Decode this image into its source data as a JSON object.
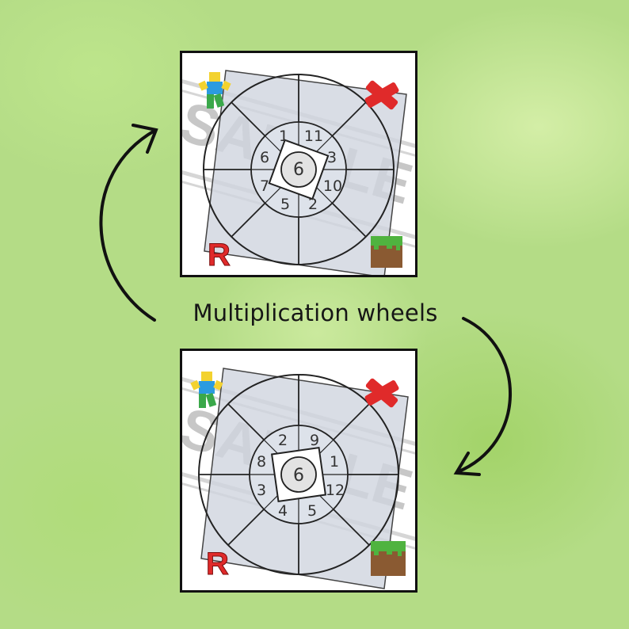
{
  "caption": "Multiplication wheels",
  "watermark": "SAMPLE",
  "colors": {
    "card_border": "#111111",
    "square_fill": "#cfd5df",
    "roblox_red": "#e02a2a",
    "grass_green": "#4fb33f",
    "dirt_brown": "#8a5a32"
  },
  "icons": [
    "roblox-noob-icon",
    "red-x-icon",
    "roblox-r-logo-icon",
    "minecraft-grass-block-icon"
  ],
  "wheels": [
    {
      "center": "6",
      "numbers": [
        "1",
        "11",
        "3",
        "10",
        "2",
        "5",
        "7",
        "6"
      ]
    },
    {
      "center": "6",
      "numbers": [
        "9",
        "1",
        "12",
        "5",
        "4",
        "3",
        "8",
        "2"
      ]
    }
  ]
}
